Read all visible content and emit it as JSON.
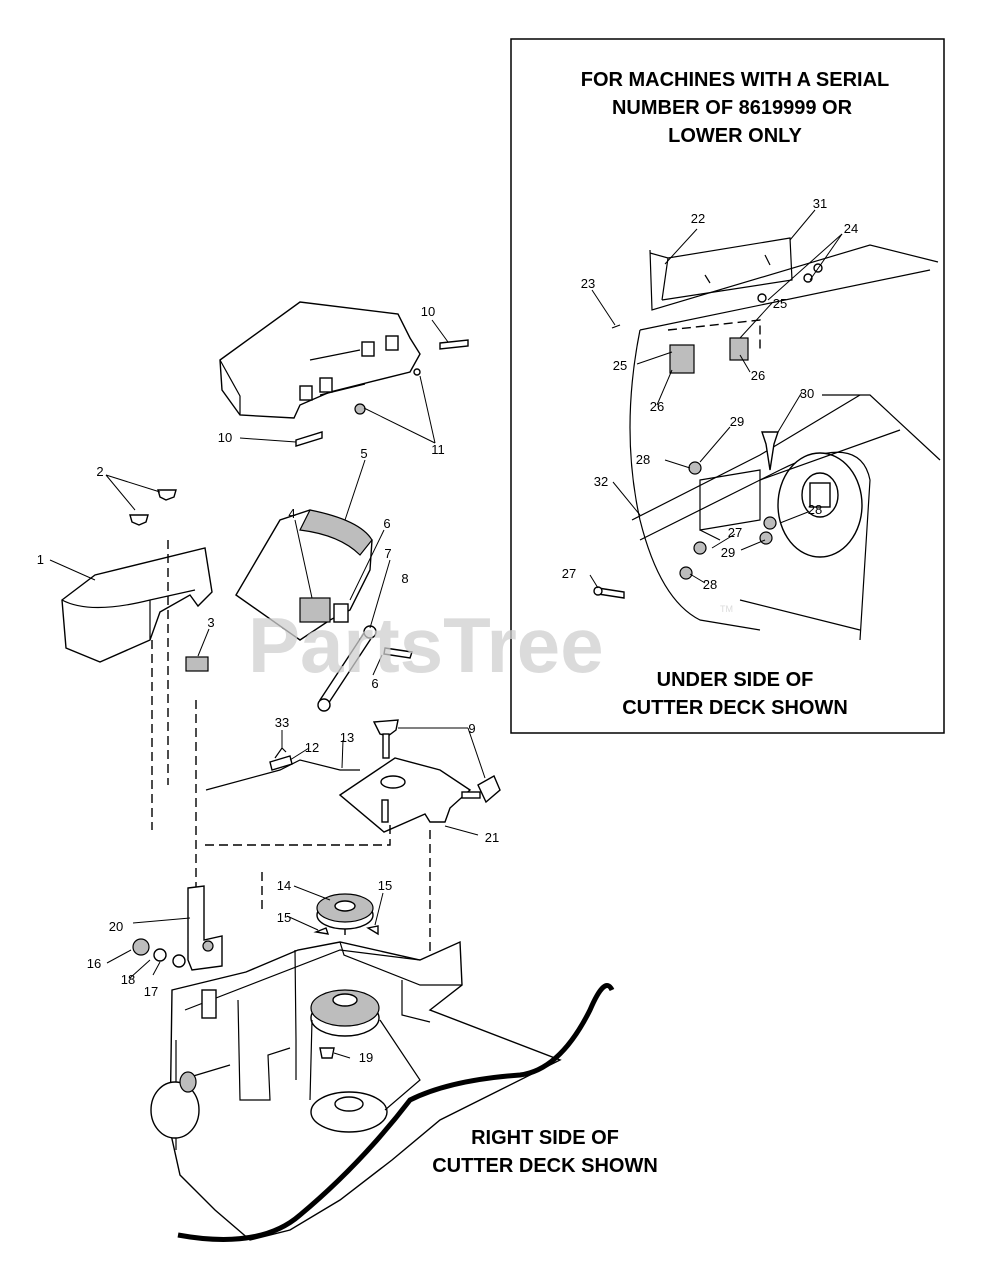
{
  "inset": {
    "heading": [
      "FOR MACHINES WITH A SERIAL",
      "NUMBER OF 8619999 OR",
      "LOWER ONLY"
    ],
    "caption": [
      "UNDER SIDE OF",
      "CUTTER DECK SHOWN"
    ]
  },
  "main_caption": [
    "RIGHT SIDE OF",
    "CUTTER DECK SHOWN"
  ],
  "watermark": {
    "text": "PartsTree",
    "tm": "TM"
  },
  "callouts": [
    "1",
    "2",
    "3",
    "4",
    "5",
    "6",
    "6",
    "7",
    "8",
    "9",
    "10",
    "10",
    "11",
    "12",
    "13",
    "14",
    "15",
    "15",
    "16",
    "17",
    "18",
    "19",
    "20",
    "21",
    "33",
    "22",
    "23",
    "24",
    "25",
    "25",
    "26",
    "26",
    "27",
    "27",
    "28",
    "28",
    "28",
    "29",
    "29",
    "30",
    "31",
    "32"
  ],
  "colors": {
    "ink": "#000000",
    "shade": "#bdbdbd",
    "watermark": "#cfcfcf"
  }
}
